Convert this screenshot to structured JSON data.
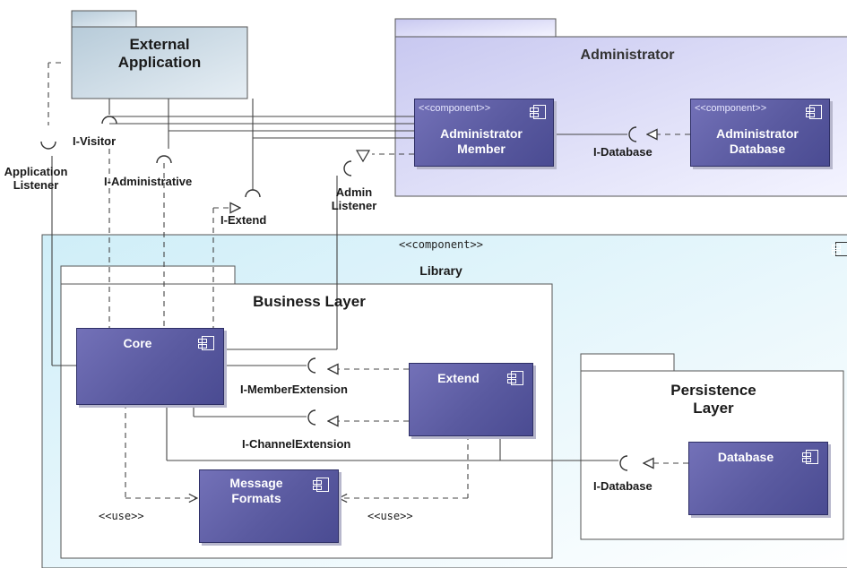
{
  "packages": {
    "external_application": "External\nApplication",
    "administrator": "Administrator",
    "library_stereotype": "<<component>>",
    "library": "Library",
    "business_layer": "Business Layer",
    "persistence_layer": "Persistence\nLayer"
  },
  "components": {
    "admin_member": {
      "stereotype": "<<component>>",
      "name": "Administrator\nMember"
    },
    "admin_database": {
      "stereotype": "<<component>>",
      "name": "Administrator\nDatabase"
    },
    "core": "Core",
    "extend": "Extend",
    "message_formats": "Message\nFormats",
    "database": "Database"
  },
  "interfaces": {
    "i_visitor": "I-Visitor",
    "application_listener": "Application\nListener",
    "i_administrative": "I-Administrative",
    "i_extend": "I-Extend",
    "admin_listener": "Admin\nListener",
    "i_database_admin": "I-Database",
    "i_member_extension": "I-MemberExtension",
    "i_channel_extension": "I-ChannelExtension",
    "i_database_persistence": "I-Database"
  },
  "dependencies": {
    "use_left": "<<use>>",
    "use_right": "<<use>>"
  },
  "colors": {
    "component_fill": "#5e5ea4",
    "external_pkg": "#cfdde8",
    "admin_pkg": "#dcdcf6",
    "library_pkg": "#eaf6fb"
  }
}
